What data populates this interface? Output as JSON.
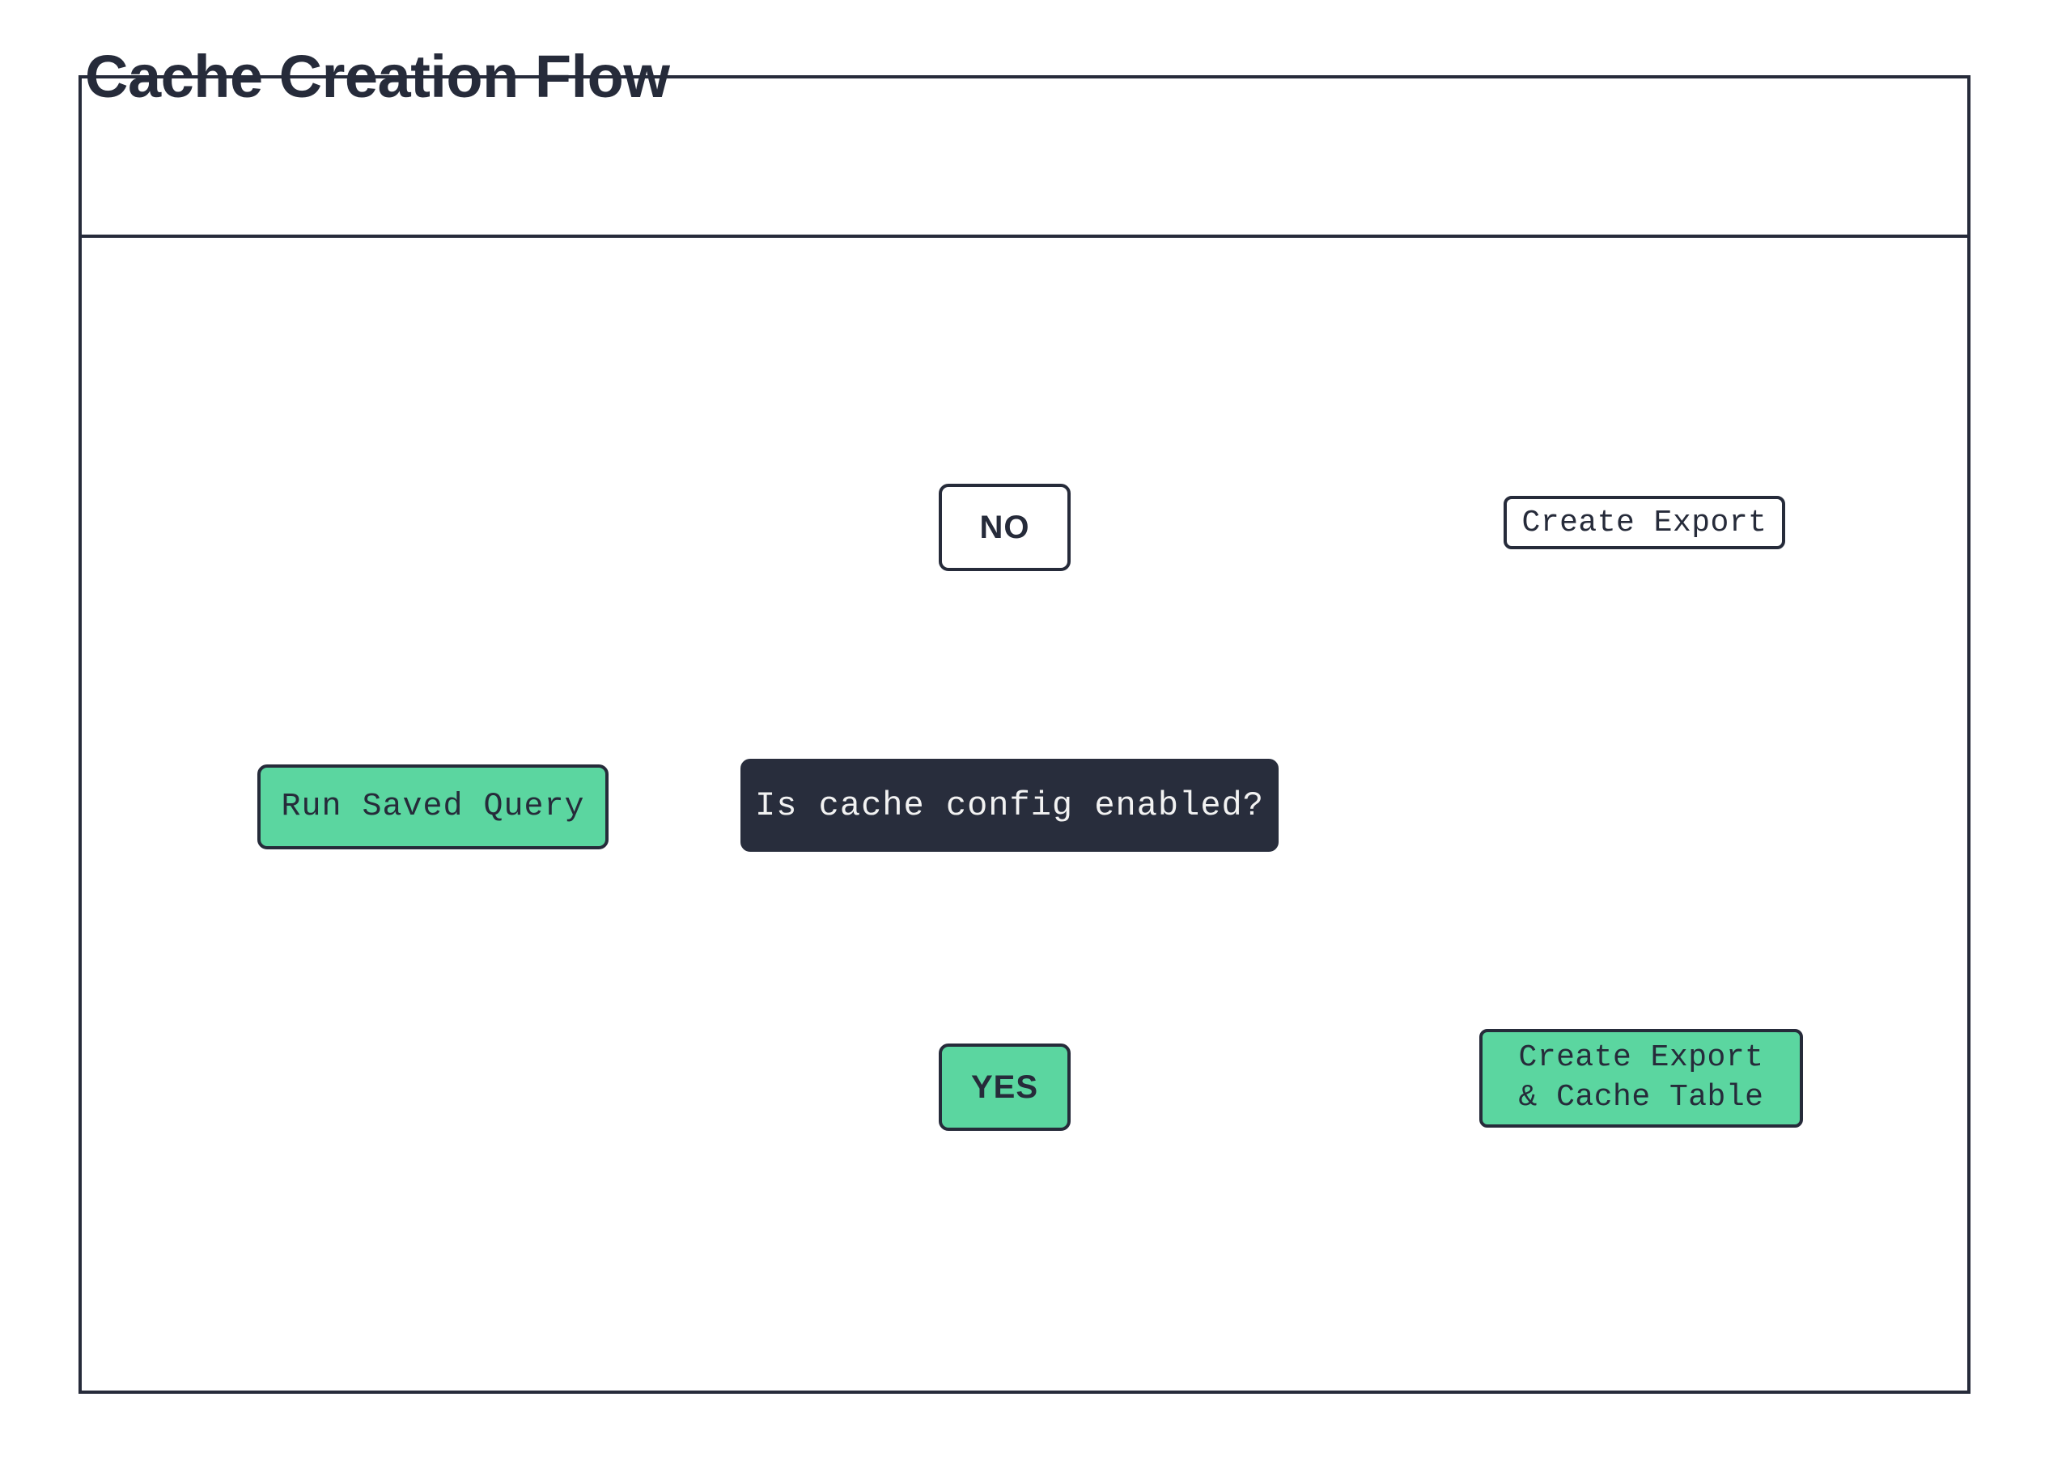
{
  "diagram": {
    "title": "Cache Creation Flow",
    "type": "flowchart",
    "theme": {
      "accent_green": "#5BD6A0",
      "dark_navy": "#262B3A",
      "decision_fill": "#282D3C",
      "decision_text": "#F2F2F2",
      "background": "#FFFFFF",
      "stroke": "#262B3A"
    },
    "nodes": [
      {
        "id": "run-saved-query",
        "label": "Run Saved Query",
        "shape": "rounded-rect",
        "fill": "#5BD6A0",
        "text_color": "#262B3A",
        "font": "mono"
      },
      {
        "id": "decision",
        "label": "Is cache config enabled?",
        "shape": "rounded-rect",
        "fill": "#282D3C",
        "text_color": "#F2F2F2",
        "font": "mono"
      },
      {
        "id": "label-no",
        "label": "NO",
        "shape": "rounded-rect",
        "fill": "#FFFFFF",
        "text_color": "#262B3A",
        "font": "sans"
      },
      {
        "id": "label-yes",
        "label": "YES",
        "shape": "rounded-rect",
        "fill": "#5BD6A0",
        "text_color": "#262B3A",
        "font": "sans"
      },
      {
        "id": "database-top",
        "label": "Create Export",
        "shape": "database-cylinder",
        "fill": "#FFFFFF",
        "text_color": "#262B3A",
        "font": "mono"
      },
      {
        "id": "database-bottom",
        "label_lines": [
          "Create Export",
          "& Cache Table"
        ],
        "shape": "database-cylinder",
        "fill": "#5BD6A0",
        "text_color": "#262B3A",
        "font": "mono"
      }
    ],
    "edges": [
      {
        "from": "run-saved-query",
        "to": "decision",
        "label": ""
      },
      {
        "from": "decision",
        "to": "label-no",
        "label": ""
      },
      {
        "from": "label-no",
        "to": "database-top",
        "label": ""
      },
      {
        "from": "decision",
        "to": "label-yes",
        "label": ""
      },
      {
        "from": "label-yes",
        "to": "database-bottom",
        "label": ""
      }
    ]
  },
  "nodes": {
    "run_saved_query": "Run Saved Query",
    "decision": "Is cache config enabled?",
    "label_no": "NO",
    "label_yes": "YES",
    "db_top_label": "Create Export",
    "db_bottom_line1": "Create Export",
    "db_bottom_line2": "& Cache Table"
  }
}
